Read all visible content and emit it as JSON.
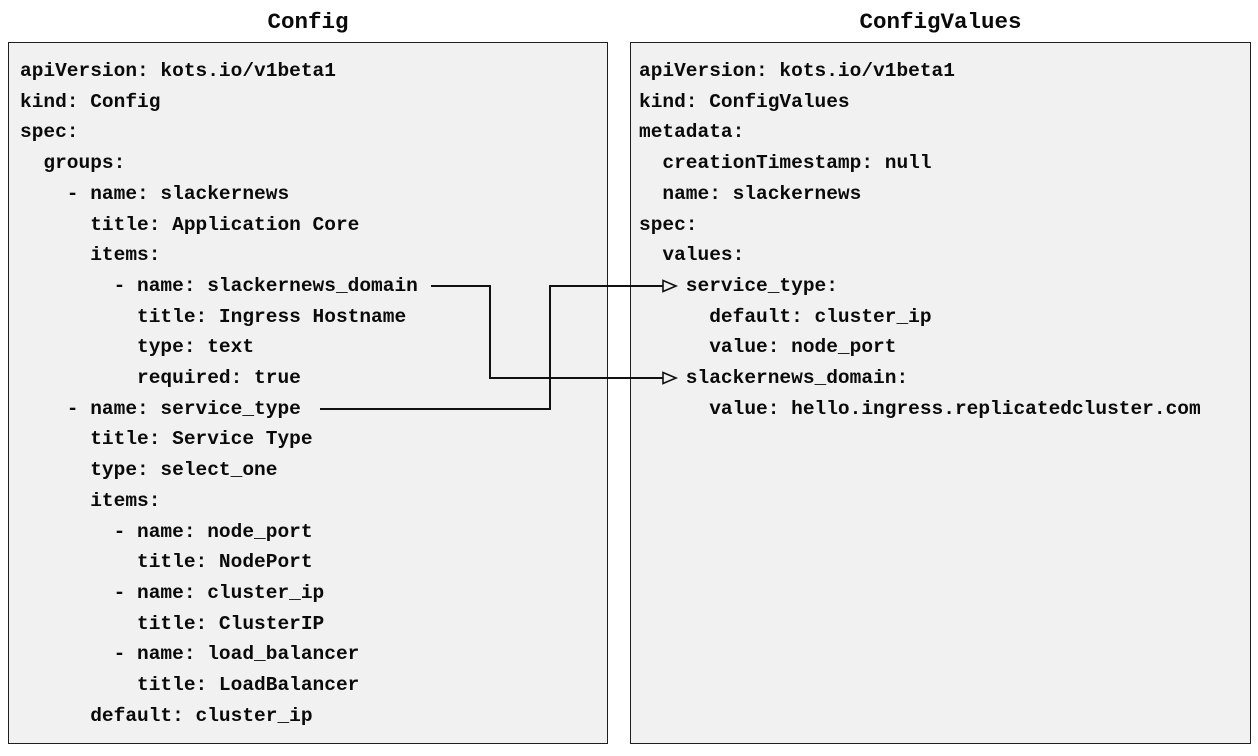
{
  "diagram": {
    "left_panel": {
      "title": "Config",
      "lines": [
        "apiVersion: kots.io/v1beta1",
        "kind: Config",
        "spec:",
        "  groups:",
        "    - name: slackernews",
        "      title: Application Core",
        "      items:",
        "        - name: slackernews_domain",
        "          title: Ingress Hostname",
        "          type: text",
        "          required: true",
        "    - name: service_type",
        "      title: Service Type",
        "      type: select_one",
        "      items:",
        "        - name: node_port",
        "          title: NodePort",
        "        - name: cluster_ip",
        "          title: ClusterIP",
        "        - name: load_balancer",
        "          title: LoadBalancer",
        "      default: cluster_ip"
      ]
    },
    "right_panel": {
      "title": "ConfigValues",
      "lines": [
        "apiVersion: kots.io/v1beta1",
        "kind: ConfigValues",
        "metadata:",
        "  creationTimestamp: null",
        "  name: slackernews",
        "spec:",
        "  values:",
        "    service_type:",
        "      default: cluster_ip",
        "      value: node_port",
        "    slackernews_domain:",
        "      value: hello.ingress.replicatedcluster.com"
      ]
    },
    "connectors": [
      {
        "from": "Config item slackernews_domain",
        "to": "ConfigValues key slackernews_domain"
      },
      {
        "from": "Config item service_type",
        "to": "ConfigValues key service_type"
      }
    ],
    "colors": {
      "page_bg": "#ffffff",
      "panel_bg": "#f1f1f1",
      "panel_border": "#1f1f1f",
      "text": "#0a0a0a",
      "connector": "#111111"
    }
  }
}
